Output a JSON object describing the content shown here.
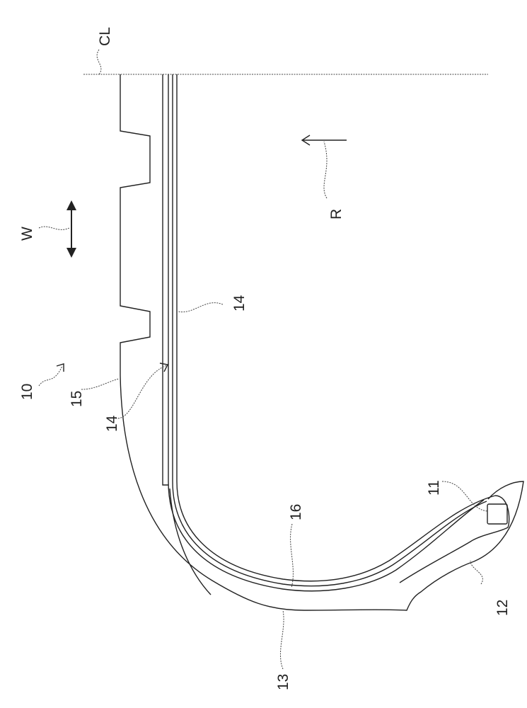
{
  "figure": {
    "labels": {
      "centerline": "CL",
      "width_direction": "W",
      "radial_direction": "R",
      "tire": "10",
      "bead_core": "11",
      "bead_region": "12",
      "sidewall": "13",
      "belt_outer": "14",
      "belt_inner": "14",
      "tread": "15",
      "carcass": "16"
    }
  }
}
